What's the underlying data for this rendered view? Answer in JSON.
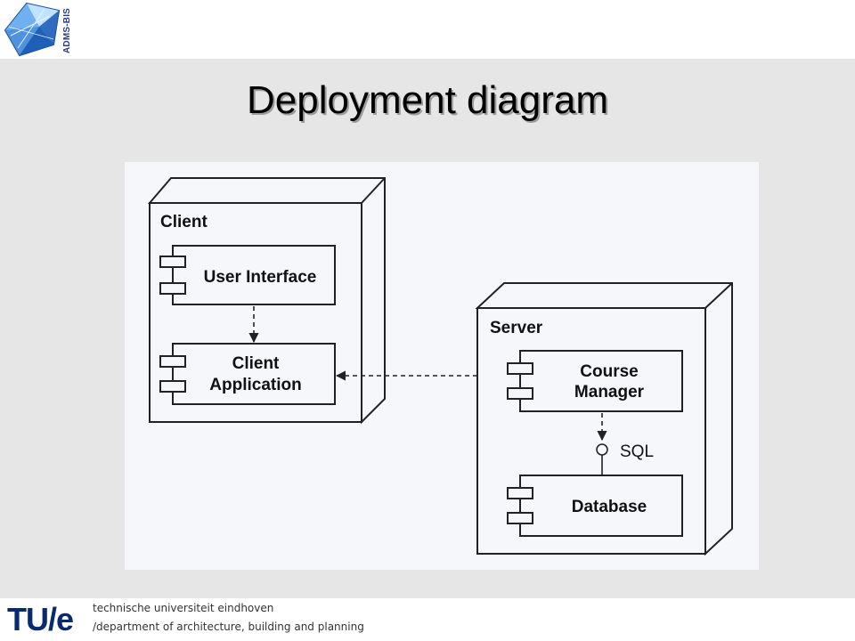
{
  "logo": {
    "text": "ADMS-BIS"
  },
  "slide": {
    "title": "Deployment diagram"
  },
  "diagram": {
    "nodes": [
      {
        "name": "Client",
        "components": [
          {
            "lines": [
              "User Interface"
            ]
          },
          {
            "lines": [
              "Client",
              "Application"
            ]
          }
        ]
      },
      {
        "name": "Server",
        "components": [
          {
            "lines": [
              "Course",
              "Manager"
            ]
          },
          {
            "lines": [
              "Database"
            ]
          }
        ]
      }
    ],
    "interface_label": "SQL"
  },
  "footer": {
    "logo_text": "TU/e",
    "university": "technische universiteit eindhoven",
    "department": "/department of architecture, building and planning"
  }
}
